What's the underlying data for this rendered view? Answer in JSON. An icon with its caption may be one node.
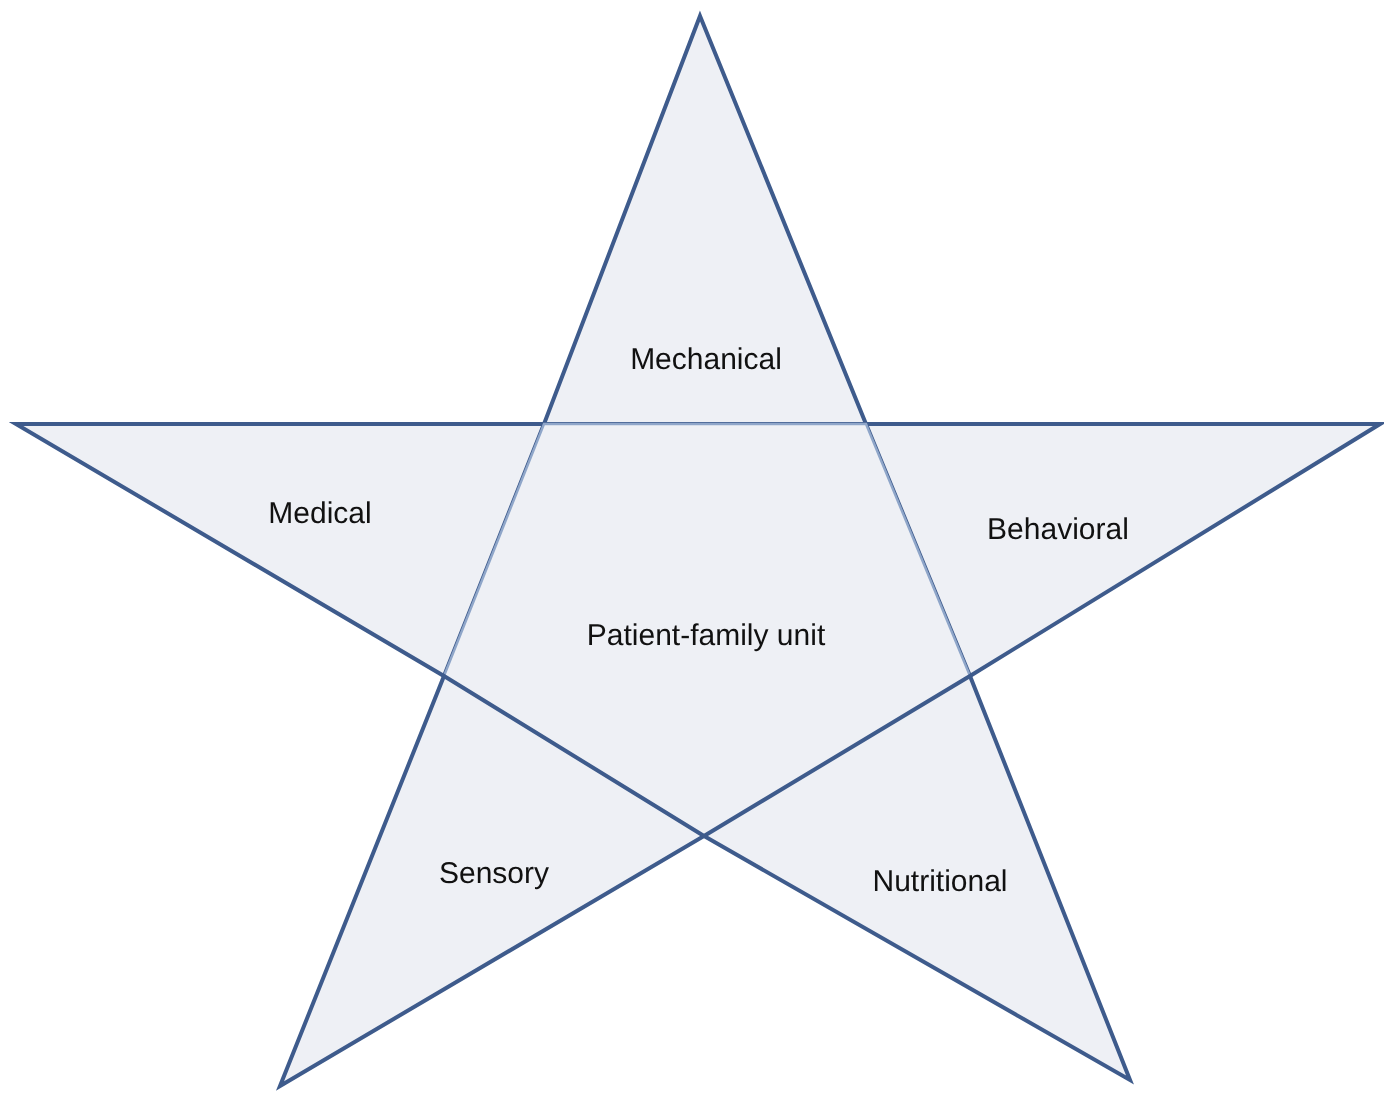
{
  "diagram": {
    "nodes": [
      {
        "text": [
          "Mechanical"
        ]
      },
      {
        "text": [
          "Medical"
        ]
      },
      {
        "text": [
          "Behavioral"
        ]
      },
      {
        "text": [
          "Patient-family unit"
        ]
      },
      {
        "text": [
          "Sensory"
        ]
      },
      {
        "text": [
          "Nutritional"
        ]
      }
    ],
    "edges": []
  }
}
